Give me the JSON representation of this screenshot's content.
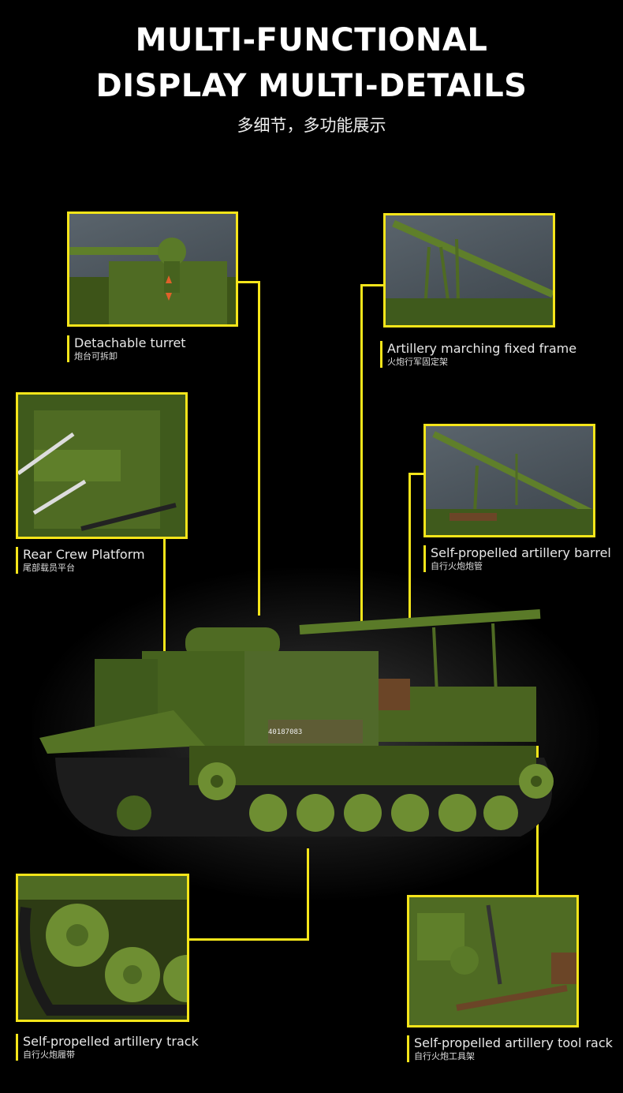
{
  "header": {
    "title_line1": "MULTI-FUNCTIONAL",
    "title_line2": "DISPLAY MULTI-DETAILS",
    "subtitle": "多细节，多功能展示"
  },
  "callouts": [
    {
      "en": "Detachable turret",
      "cn": "炮台可拆卸"
    },
    {
      "en": "Artillery marching fixed frame",
      "cn": "火炮行军固定架"
    },
    {
      "en": "Rear Crew Platform",
      "cn": "尾部载员平台"
    },
    {
      "en": "Self-propelled artillery barrel",
      "cn": "自行火炮炮管"
    },
    {
      "en": "Self-propelled artillery track",
      "cn": "自行火炮履带"
    },
    {
      "en": "Self-propelled artillery tool rack",
      "cn": "自行火炮工具架"
    }
  ],
  "tank": {
    "hull_marking": "40187083"
  },
  "colors": {
    "accent": "#f5e51a",
    "olive": "#4f6b23",
    "background": "#000000"
  }
}
